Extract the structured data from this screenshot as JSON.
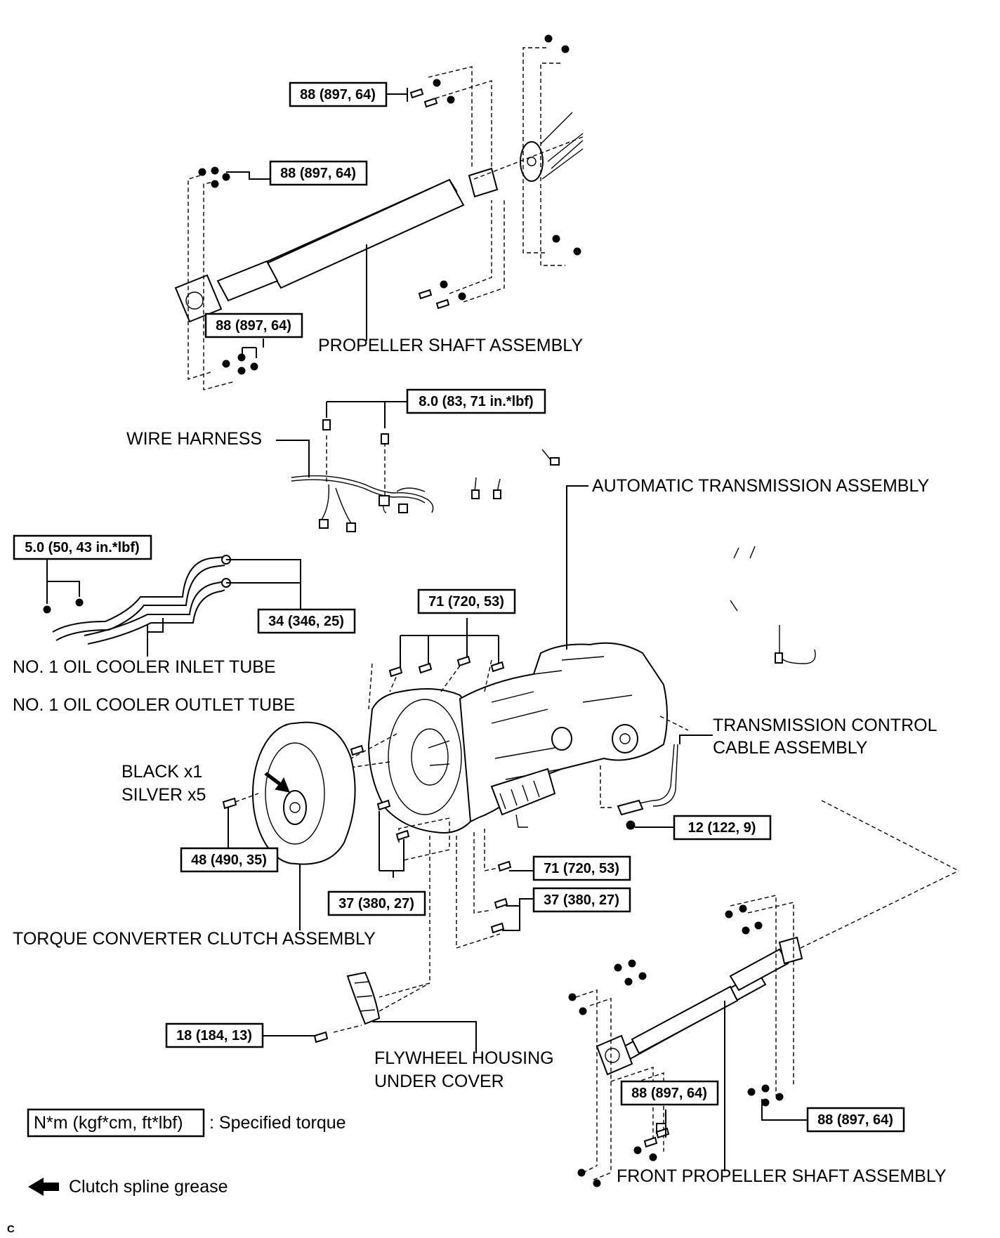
{
  "labels": {
    "propeller_shaft": "PROPELLER SHAFT ASSEMBLY",
    "wire_harness": "WIRE HARNESS",
    "auto_transmission": "AUTOMATIC TRANSMISSION ASSEMBLY",
    "oil_cooler_inlet": "NO. 1 OIL COOLER INLET TUBE",
    "oil_cooler_outlet": "NO. 1 OIL COOLER OUTLET TUBE",
    "trans_control_cable_1": "TRANSMISSION CONTROL",
    "trans_control_cable_2": "CABLE ASSEMBLY",
    "bolt_black": "BLACK x1",
    "bolt_silver": "SILVER x5",
    "torque_converter": "TORQUE CONVERTER CLUTCH ASSEMBLY",
    "flywheel_cover_1": "FLYWHEEL HOUSING",
    "flywheel_cover_2": "UNDER COVER",
    "front_propeller_shaft": "FRONT PROPELLER SHAFT ASSEMBLY"
  },
  "torques": {
    "ps_top": "88 (897, 64)",
    "ps_left_upper": "88 (897, 64)",
    "ps_left_lower": "88 (897, 64)",
    "wire_harness_bolt": "8.0 (83, 71 in.*lbf)",
    "oil_cooler_bolt": "5.0 (50, 43 in.*lbf)",
    "oil_cooler_union": "34 (346, 25)",
    "trans_upper_bolts": "71 (720, 53)",
    "control_cable_nut": "12 (122, 9)",
    "trans_lower_bolt_a": "71 (720, 53)",
    "trans_lower_bolt_b": "37 (380, 27)",
    "converter_bolts": "48 (490, 35)",
    "housing_bolts": "37 (380, 27)",
    "cover_bolt": "18 (184, 13)",
    "fps_left": "88 (897, 64)",
    "fps_right": "88 (897, 64)"
  },
  "legend": {
    "torque_key": "N*m (kgf*cm, ft*lbf)",
    "torque_desc": ": Specified torque",
    "grease_desc": "Clutch spline grease"
  },
  "footer": {
    "code": "C"
  },
  "icons": [
    "bolt-icon",
    "nut-icon",
    "arrow-left-icon"
  ]
}
